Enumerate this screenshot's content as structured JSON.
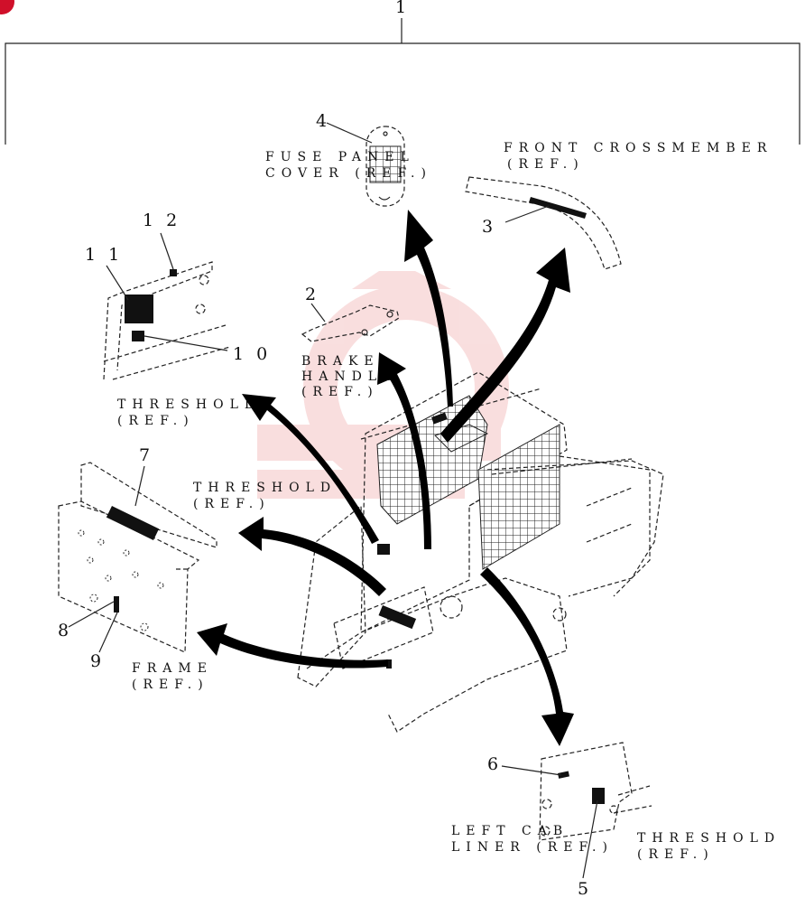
{
  "callouts": {
    "c1": "1",
    "c2": "2",
    "c3": "3",
    "c4": "4",
    "c5": "5",
    "c6": "6",
    "c7": "7",
    "c8": "8",
    "c9": "9",
    "c10": "1 0",
    "c11": "1 1",
    "c12": "1 2"
  },
  "labels": {
    "fuse_panel_1": "FUSE PANEL",
    "fuse_panel_2": "COVER (REF.)",
    "front_crossmember_1": "FRONT CROSSMEMBER",
    "front_crossmember_2": "(REF.)",
    "brake_handle_1": "BRAKE",
    "brake_handle_2": "HANDLE",
    "brake_handle_3": "(REF.)",
    "threshold_a_1": "THRESHOLD",
    "threshold_a_2": "(REF.)",
    "threshold_b_1": "THRESHOLD",
    "threshold_b_2": "(REF.)",
    "frame_1": "FRAME",
    "frame_2": "(REF.)",
    "left_cab_liner_1": "LEFT CAB",
    "left_cab_liner_2": "LINER (REF.)",
    "threshold_c_1": "THRESHOLD",
    "threshold_c_2": "(REF.)"
  },
  "colors": {
    "line": "#222222",
    "watermark": "#f2b8b8",
    "badge": "#d0102a"
  }
}
